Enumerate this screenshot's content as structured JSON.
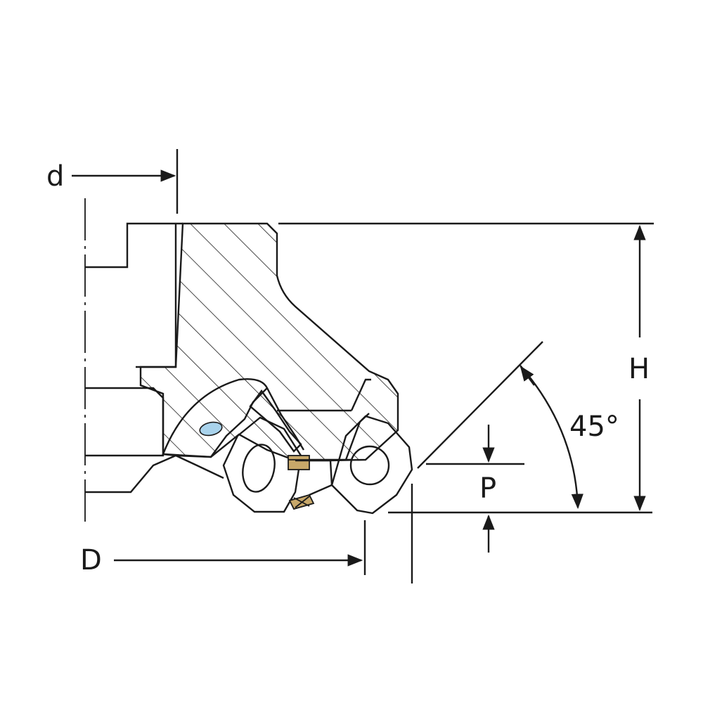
{
  "labels": {
    "d": "d",
    "D": "D",
    "H": "H",
    "P": "P",
    "angle": "45°"
  },
  "colors": {
    "line": "#1a1a1a",
    "coolant_hole": "#a9d3ec",
    "screw": "#c8a86a",
    "background": "#ffffff"
  }
}
